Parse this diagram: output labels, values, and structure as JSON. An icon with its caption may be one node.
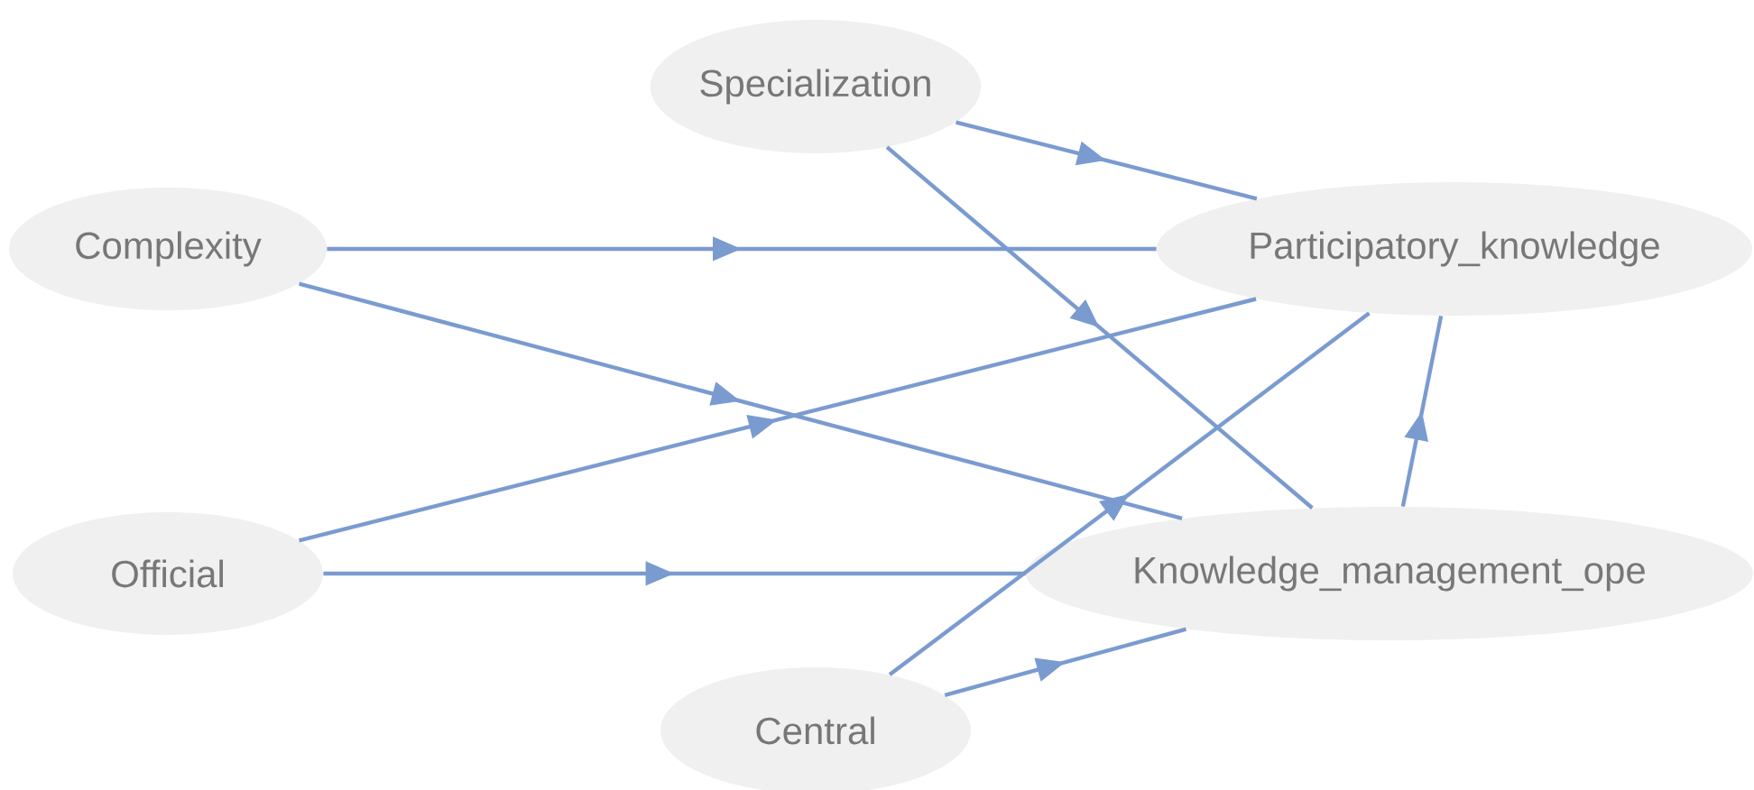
{
  "diagram": {
    "nodes": [
      {
        "text": [
          "Specialization"
        ]
      },
      {
        "text": [
          "Complexity"
        ]
      },
      {
        "text": [
          "Participatory_knowledge"
        ]
      },
      {
        "text": [
          "Official"
        ]
      },
      {
        "text": [
          "Knowledge_management_ope"
        ]
      },
      {
        "text": [
          "Central"
        ]
      }
    ],
    "edges": [
      {
        "from": 0,
        "to": 2,
        "arrow": "to"
      },
      {
        "from": 0,
        "to": 4,
        "arrow": "to"
      },
      {
        "from": 1,
        "to": 2,
        "arrow": "to"
      },
      {
        "from": 1,
        "to": 4,
        "arrow": "to"
      },
      {
        "from": 3,
        "to": 2,
        "arrow": "to"
      },
      {
        "from": 3,
        "to": 4,
        "arrow": "to"
      },
      {
        "from": 5,
        "to": 2,
        "arrow": "to"
      },
      {
        "from": 5,
        "to": 4,
        "arrow": "to"
      },
      {
        "from": 4,
        "to": 2,
        "arrow": "to"
      }
    ]
  }
}
